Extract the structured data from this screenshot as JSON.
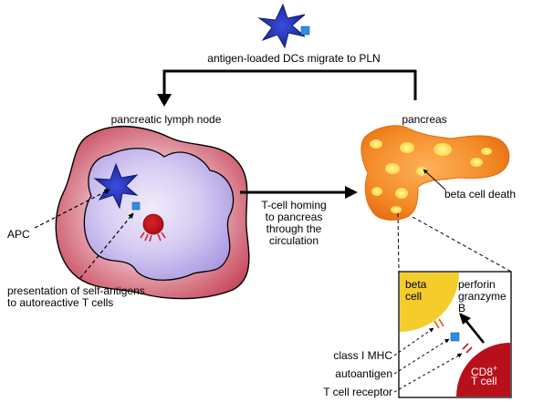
{
  "labels": {
    "dc_migration": "antigen-loaded DCs migrate to PLN",
    "pln_title": "pancreatic lymph node",
    "pancreas_title": "pancreas",
    "apc": "APC",
    "presentation_line1": "presentation of self-antigens",
    "presentation_line2": "to autoreactive T cells",
    "homing_line1": "T-cell homing",
    "homing_line2": "to pancreas",
    "homing_line3": "through the",
    "homing_line4": "circulation",
    "beta_cell_death": "beta cell death",
    "inset_beta_line1": "beta",
    "inset_beta_line2": "cell",
    "inset_perforin": "perforin",
    "inset_granzyme": "granzyme",
    "inset_b": "B",
    "cd8_main": "CD8",
    "cd8_sup": "+",
    "cd8_line2": "T cell",
    "class_mhc": "class I MHC",
    "autoantigen": "autoantigen",
    "tcr": "T cell receptor"
  },
  "colors": {
    "dc_blue": "#1f2fb4",
    "antigen_blue": "#2e8fe0",
    "node_outer": "#c84a5e",
    "node_inner": "#b6a6e8",
    "t_cell_red": "#c0141c",
    "pancreas_orange": "#f07a1a",
    "islet_yellow": "#ffe23a",
    "beta_yellow": "#f5cd2a"
  }
}
